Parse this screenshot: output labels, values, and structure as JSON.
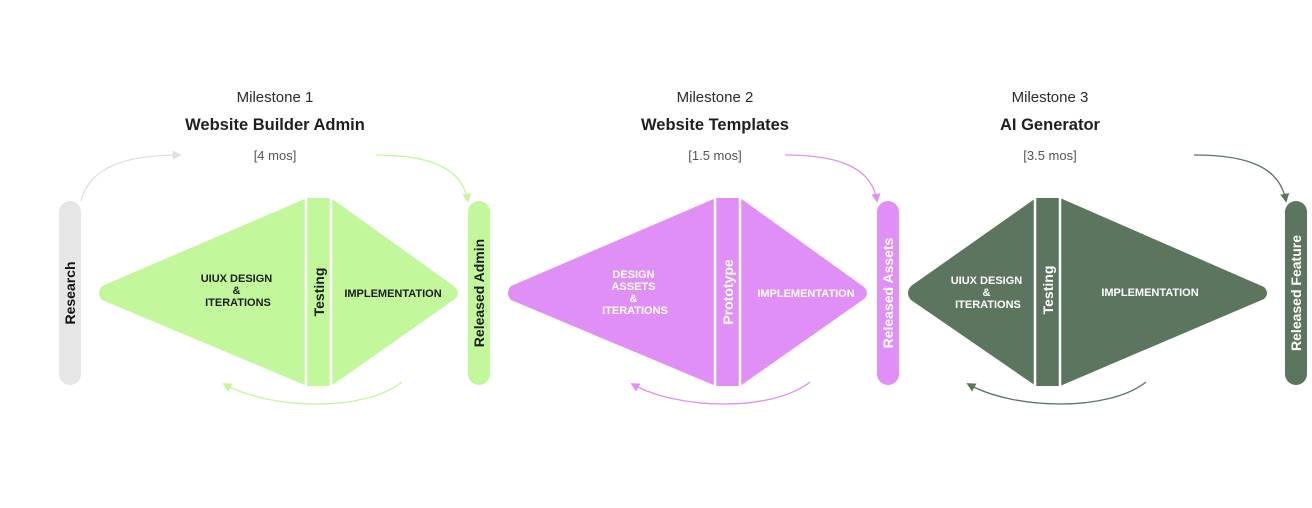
{
  "research_label": "Research",
  "milestones": [
    {
      "label": "Milestone 1",
      "title": "Website Builder Admin",
      "duration": "[4 mos]",
      "left_phase": [
        "UIUX DESIGN",
        "&",
        "ITERATIONS"
      ],
      "middle_phase": "Testing",
      "right_phase": "IMPLEMENTATION",
      "release_label": "Released Admin",
      "colors": {
        "fill": "#c2f89b",
        "text": "#1d1d1d",
        "arrow": "#c2f89b",
        "divider": "#ffffff"
      }
    },
    {
      "label": "Milestone 2",
      "title": "Website Templates",
      "duration": "[1.5 mos]",
      "left_phase": [
        "DESIGN",
        "ASSETS",
        "&",
        "ITERATIONS"
      ],
      "middle_phase": "Prototype",
      "right_phase": "IMPLEMENTATION",
      "release_label": "Released Assets",
      "colors": {
        "fill": "#e08ff7",
        "text": "#ffffff",
        "arrow": "#e08ff7",
        "divider": "#ffffff"
      }
    },
    {
      "label": "Milestone 3",
      "title": "AI Generator",
      "duration": "[3.5 mos]",
      "left_phase": [
        "UIUX DESIGN",
        "&",
        "ITERATIONS"
      ],
      "middle_phase": "Testing",
      "right_phase": "IMPLEMENTATION",
      "release_label": "Released Feature",
      "colors": {
        "fill": "#5b755e",
        "text": "#ffffff",
        "arrow": "#5b755e",
        "divider": "#ffffff"
      }
    }
  ],
  "colors": {
    "research_bar": "#e6e6e6",
    "research_text": "#111111",
    "research_arrow": "#e0e0e0"
  }
}
